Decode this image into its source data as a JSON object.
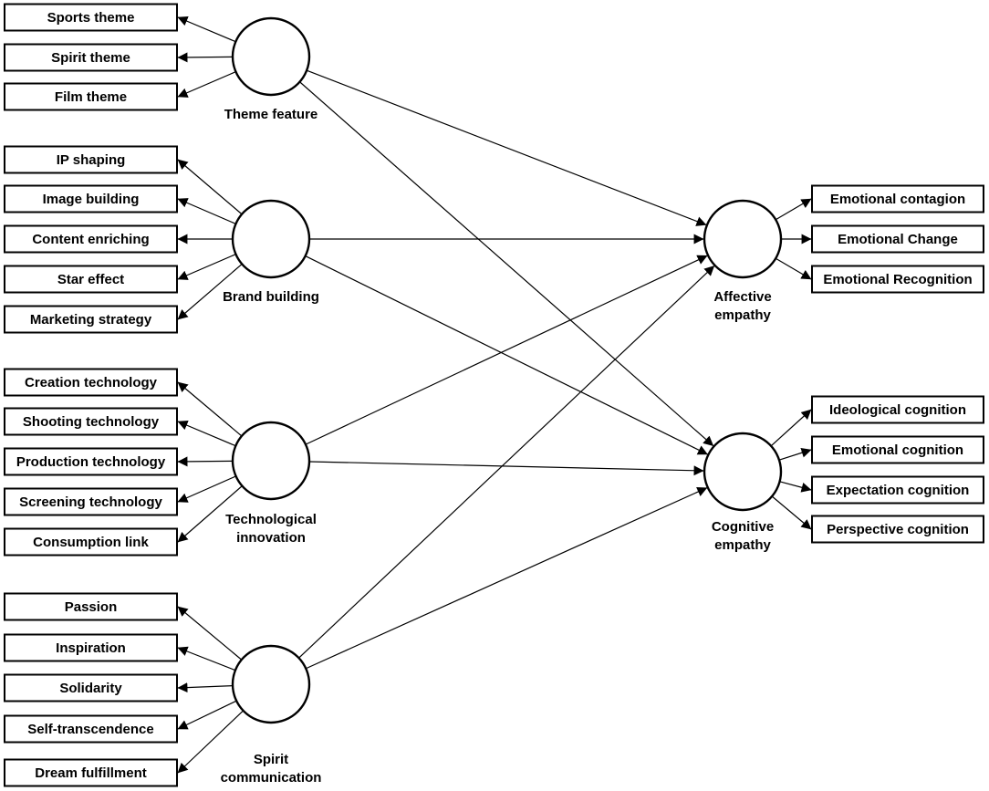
{
  "constructs": {
    "theme_feature": {
      "label": "Theme feature",
      "indicators": [
        "Sports theme",
        "Spirit theme",
        "Film theme"
      ]
    },
    "brand_building": {
      "label": "Brand building",
      "indicators": [
        "IP shaping",
        "Image building",
        "Content enriching",
        "Star effect",
        "Marketing strategy"
      ]
    },
    "technological_innovation": {
      "label_lines": [
        "Technological",
        "innovation"
      ],
      "indicators": [
        "Creation technology",
        "Shooting technology",
        "Production technology",
        "Screening technology",
        "Consumption link"
      ]
    },
    "spirit_communication": {
      "label_lines": [
        "Spirit",
        "communication"
      ],
      "indicators": [
        "Passion",
        "Inspiration",
        "Solidarity",
        "Self-transcendence",
        "Dream fulfillment"
      ]
    },
    "affective_empathy": {
      "label_lines": [
        "Affective",
        "empathy"
      ],
      "indicators": [
        "Emotional contagion",
        "Emotional Change",
        "Emotional Recognition"
      ]
    },
    "cognitive_empathy": {
      "label_lines": [
        "Cognitive",
        "empathy"
      ],
      "indicators": [
        "Ideological cognition",
        "Emotional cognition",
        "Expectation cognition",
        "Perspective cognition"
      ]
    }
  },
  "paths": [
    {
      "from": "theme_feature",
      "to": "affective_empathy"
    },
    {
      "from": "theme_feature",
      "to": "cognitive_empathy"
    },
    {
      "from": "brand_building",
      "to": "affective_empathy"
    },
    {
      "from": "brand_building",
      "to": "cognitive_empathy"
    },
    {
      "from": "technological_innovation",
      "to": "affective_empathy"
    },
    {
      "from": "technological_innovation",
      "to": "cognitive_empathy"
    },
    {
      "from": "spirit_communication",
      "to": "affective_empathy"
    },
    {
      "from": "spirit_communication",
      "to": "cognitive_empathy"
    }
  ]
}
